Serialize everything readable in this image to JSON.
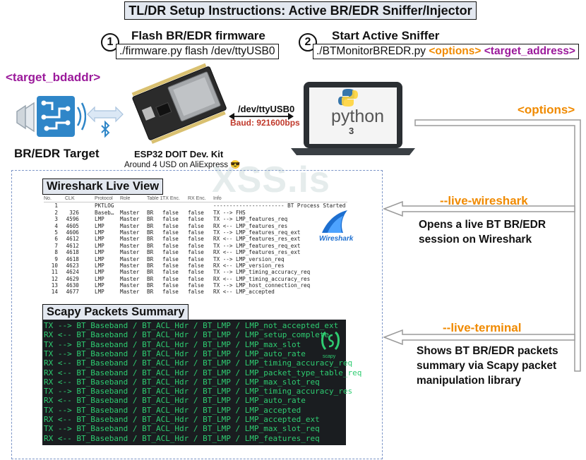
{
  "title": "TL/DR Setup Instructions: Active BR/EDR Sniffer/Injector",
  "step1": {
    "number": "1",
    "title": "Flash BR/EDR firmware",
    "command": "./firmware.py flash /dev/ttyUSB0"
  },
  "step2": {
    "number": "2",
    "title": "Start Active Sniffer",
    "command": "./BTMonitorBREDR.py",
    "opt": "<options>",
    "target": "<target_address>"
  },
  "target": {
    "label_top": "<target_bdaddr>",
    "label": "BR/EDR Target"
  },
  "board": {
    "name": "ESP32 DOIT Dev. Kit",
    "price": "Around 4 USD on AliExpress 😎"
  },
  "link": {
    "port": "/dev/ttyUSB0",
    "baud": "Baud: 921600bps"
  },
  "laptop": {
    "python_text": "python",
    "python_ver": "3"
  },
  "options_label": "<options>",
  "live_wireshark": {
    "flag": "--live-wireshark",
    "desc1": "Opens a live BT BR/EDR",
    "desc2": "session on Wireshark"
  },
  "live_terminal": {
    "flag": "--live-terminal",
    "desc1": "Shows BT BR/EDR packets",
    "desc2": "summary via Scapy packet",
    "desc3": "manipulation library"
  },
  "wireshark_title": "Wireshark Live View",
  "wireshark_logo": "Wireshark",
  "scapy_title": "Scapy Packets Summary",
  "scapy_logo": "scapy",
  "watermark": "XSS.is",
  "ws_headers": [
    "No.",
    "CLK",
    "Protocol",
    "Role",
    "Table 1",
    "TX Enc.",
    "RX Enc.",
    "Info"
  ],
  "ws_rows": [
    [
      "1",
      "",
      "PKTLOG",
      "",
      "",
      "",
      "",
      "---------------------- BT Process Started"
    ],
    [
      "2",
      "326",
      "Baseb…",
      "Master",
      "BR",
      "false",
      "false",
      "TX --> FHS"
    ],
    [
      "3",
      "4596",
      "LMP",
      "Master",
      "BR",
      "false",
      "false",
      "TX --> LMP_features_req"
    ],
    [
      "4",
      "4605",
      "LMP",
      "Master",
      "BR",
      "false",
      "false",
      "RX <-- LMP_features_res"
    ],
    [
      "5",
      "4606",
      "LMP",
      "Master",
      "BR",
      "false",
      "false",
      "TX --> LMP_features_req_ext"
    ],
    [
      "6",
      "4612",
      "LMP",
      "Master",
      "BR",
      "false",
      "false",
      "RX <-- LMP_features_res_ext"
    ],
    [
      "7",
      "4612",
      "LMP",
      "Master",
      "BR",
      "false",
      "false",
      "TX --> LMP_features_req_ext"
    ],
    [
      "8",
      "4618",
      "LMP",
      "Master",
      "BR",
      "false",
      "false",
      "RX <-- LMP_features_res_ext"
    ],
    [
      "9",
      "4618",
      "LMP",
      "Master",
      "BR",
      "false",
      "false",
      "TX --> LMP_version_req"
    ],
    [
      "10",
      "4623",
      "LMP",
      "Master",
      "BR",
      "false",
      "false",
      "RX <-- LMP_version_res"
    ],
    [
      "11",
      "4624",
      "LMP",
      "Master",
      "BR",
      "false",
      "false",
      "TX --> LMP_timing_accuracy_req"
    ],
    [
      "12",
      "4629",
      "LMP",
      "Master",
      "BR",
      "false",
      "false",
      "RX <-- LMP_timing_accuracy_res"
    ],
    [
      "13",
      "4630",
      "LMP",
      "Master",
      "BR",
      "false",
      "false",
      "TX --> LMP_host_connection_req"
    ],
    [
      "14",
      "4677",
      "LMP",
      "Master",
      "BR",
      "false",
      "false",
      "RX <-- LMP_accepted"
    ]
  ],
  "scapy_lines": [
    {
      "dir": "TX -->",
      "pkt": "BT_Baseband / BT_ACL_Hdr / BT_LMP / LMP_not_accepted_ext"
    },
    {
      "dir": "RX <--",
      "pkt": "BT_Baseband / BT_ACL_Hdr / BT_LMP / LMP_setup_complete"
    },
    {
      "dir": "TX -->",
      "pkt": "BT_Baseband / BT_ACL_Hdr / BT_LMP / LMP_max_slot"
    },
    {
      "dir": "TX -->",
      "pkt": "BT_Baseband / BT_ACL_Hdr / BT_LMP / LMP_auto_rate"
    },
    {
      "dir": "RX <--",
      "pkt": "BT_Baseband / BT_ACL_Hdr / BT_LMP / LMP_timing_accuracy_req"
    },
    {
      "dir": "RX <--",
      "pkt": "BT_Baseband / BT_ACL_Hdr / BT_LMP / LMP_packet_type_table_req"
    },
    {
      "dir": "RX <--",
      "pkt": "BT_Baseband / BT_ACL_Hdr / BT_LMP / LMP_max_slot_req"
    },
    {
      "dir": "TX -->",
      "pkt": "BT_Baseband / BT_ACL_Hdr / BT_LMP / LMP_timing_accuracy_res"
    },
    {
      "dir": "RX <--",
      "pkt": "BT_Baseband / BT_ACL_Hdr / BT_LMP / LMP_auto_rate"
    },
    {
      "dir": "TX -->",
      "pkt": "BT_Baseband / BT_ACL_Hdr / BT_LMP / LMP_accepted"
    },
    {
      "dir": "RX <--",
      "pkt": "BT_Baseband / BT_ACL_Hdr / BT_LMP / LMP_accepted_ext"
    },
    {
      "dir": "TX -->",
      "pkt": "BT_Baseband / BT_ACL_Hdr / BT_LMP / LMP_max_slot_req"
    },
    {
      "dir": "RX <--",
      "pkt": "BT_Baseband / BT_ACL_Hdr / BT_LMP / LMP_features_req"
    }
  ],
  "colors": {
    "orange": "#f08a00",
    "purple": "#9b1a9b",
    "baud_red": "#c0392b",
    "terminal_green": "#2ecc71",
    "terminal_bg": "#1a1d20",
    "dashed_blue": "#7d96c8"
  }
}
